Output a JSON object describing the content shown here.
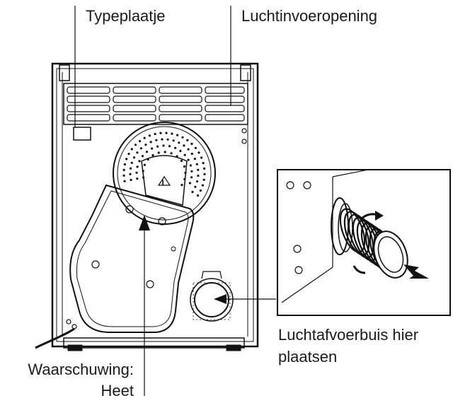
{
  "labels": {
    "type_plate": "Typeplaatje",
    "air_inlet": "Luchtinvoeropening",
    "exhaust_line1": "Luchtafvoerbuis hier",
    "exhaust_line2": "plaatsen",
    "warning_line1": "Waarschuwing:",
    "warning_line2": "Heet"
  },
  "colors": {
    "stroke": "#111111",
    "background": "#ffffff"
  }
}
